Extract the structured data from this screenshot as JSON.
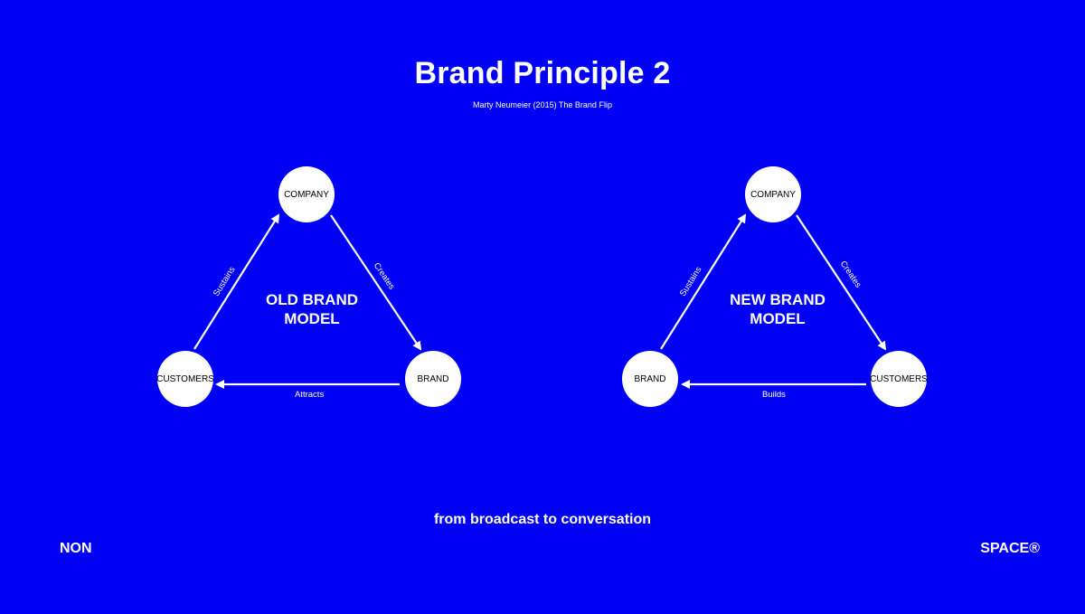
{
  "title": "Brand Principle 2",
  "subtitle": "Marty Neumeier (2015) The Brand Flip",
  "old_model": {
    "label_line1": "OLD BRAND",
    "label_line2": "MODEL",
    "nodes": {
      "top": "COMPANY",
      "left": "CUSTOMERS",
      "right": "BRAND"
    },
    "edges": {
      "top_to_right": "Creates",
      "right_to_left": "Attracts",
      "left_to_top": "Sustains"
    }
  },
  "new_model": {
    "label_line1": "NEW BRAND",
    "label_line2": "MODEL",
    "nodes": {
      "top": "COMPANY",
      "left": "BRAND",
      "right": "CUSTOMERS"
    },
    "edges": {
      "top_to_right": "Creates",
      "right_to_left": "Builds",
      "left_to_top": "Sustains"
    }
  },
  "tagline": "from broadcast to conversation",
  "footer": {
    "left": "NON",
    "right": "SPACE®"
  },
  "colors": {
    "background": "#0000f5",
    "foreground": "#ffffff",
    "node_text": "#000000"
  }
}
